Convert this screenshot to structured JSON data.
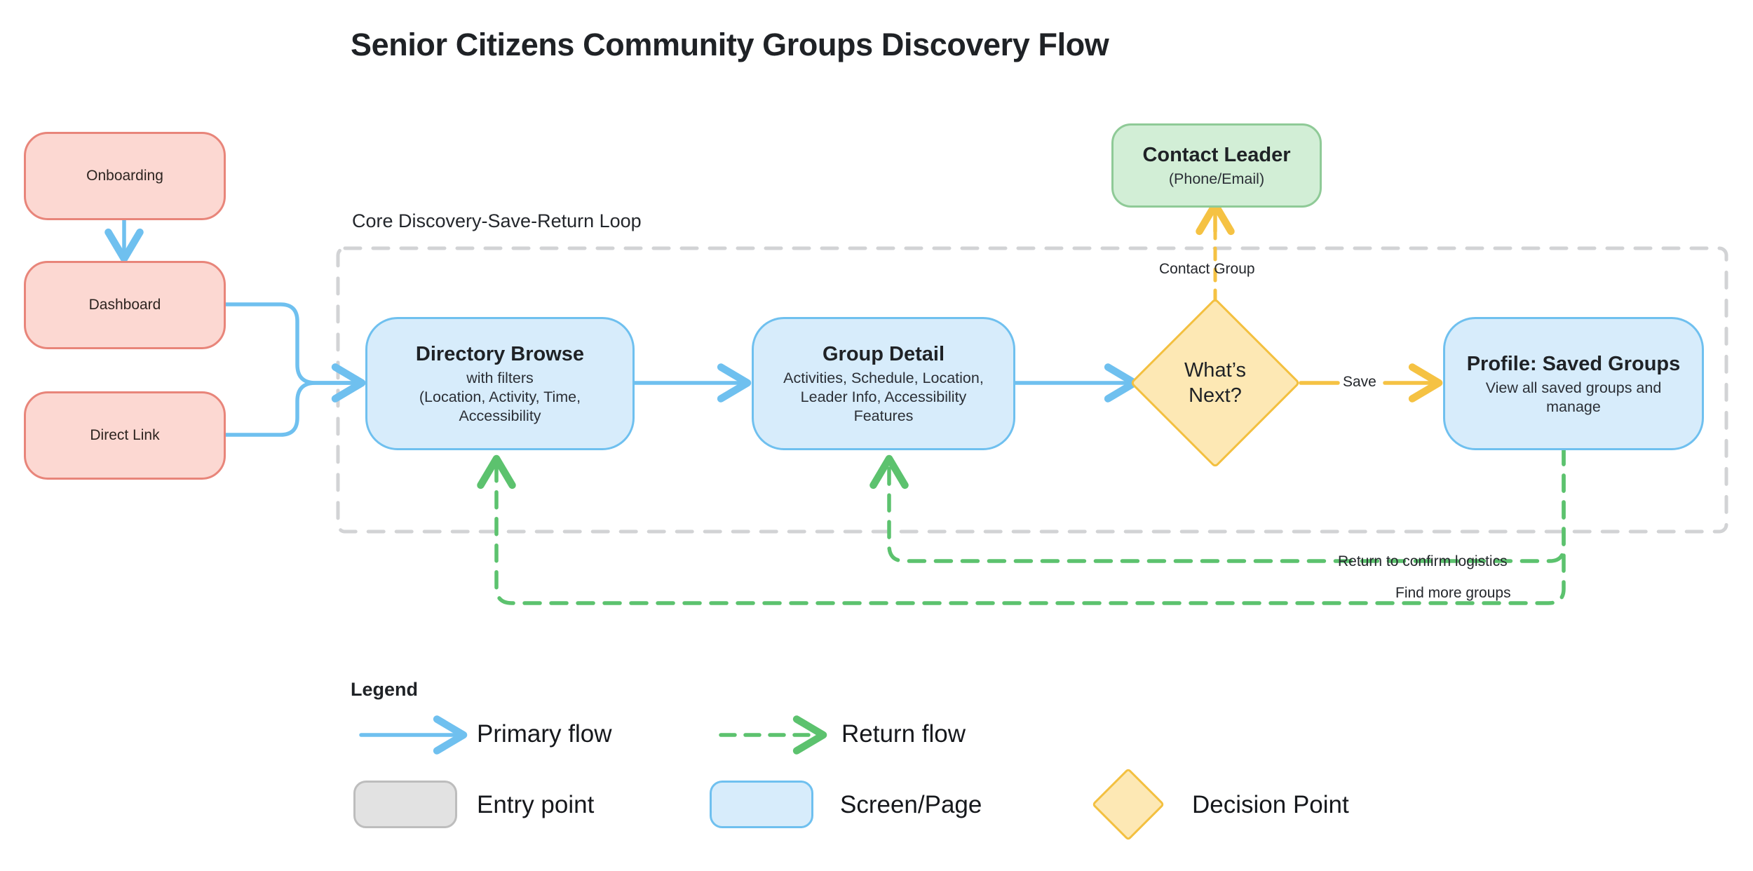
{
  "title": "Senior Citizens Community Groups Discovery Flow",
  "group_box": {
    "label": "Core Discovery-Save-Return Loop"
  },
  "entry_points": [
    {
      "id": "onboarding",
      "label": "Onboarding"
    },
    {
      "id": "dashboard",
      "label": "Dashboard"
    },
    {
      "id": "direct-link",
      "label": "Direct Link"
    }
  ],
  "screens": [
    {
      "id": "directory-browse",
      "title": "Directory Browse",
      "sub_lines": [
        "with filters",
        "(Location, Activity, Time,",
        "Accessibility"
      ]
    },
    {
      "id": "group-detail",
      "title": "Group Detail",
      "sub_lines": [
        "Activities, Schedule, Location,",
        "Leader Info, Accessibility",
        "Features"
      ]
    },
    {
      "id": "profile-saved-groups",
      "title": "Profile: Saved Groups",
      "sub_lines": [
        "View all saved groups and",
        "manage"
      ]
    }
  ],
  "decision": {
    "id": "whats-next",
    "line1": "What’s",
    "line2": "Next?"
  },
  "terminal": {
    "id": "contact-leader",
    "title": "Contact Leader",
    "sub": "(Phone/Email)"
  },
  "edge_labels": {
    "contact_group": "Contact Group",
    "save": "Save",
    "return_confirm": "Return to confirm logistics",
    "find_more": "Find more groups"
  },
  "legend": {
    "title": "Legend",
    "primary_flow": "Primary flow",
    "return_flow": "Return flow",
    "entry_point": "Entry point",
    "screen_page": "Screen/Page",
    "decision_point": "Decision Point"
  },
  "colors": {
    "primary_flow": "#6FC0EF",
    "return_flow": "#5CC26E",
    "decision_flow": "#F5C243",
    "entry_fill": "#FCD8D2",
    "entry_stroke": "#E8857A",
    "screen_fill": "#D7ECFB",
    "screen_stroke": "#6FC0EF",
    "terminal_fill": "#D2EED6",
    "terminal_stroke": "#8FCA97",
    "decision_fill": "#FDE8B4",
    "decision_stroke": "#F3C040",
    "container_dash": "#D2D3D5",
    "text": "#1F2226"
  }
}
